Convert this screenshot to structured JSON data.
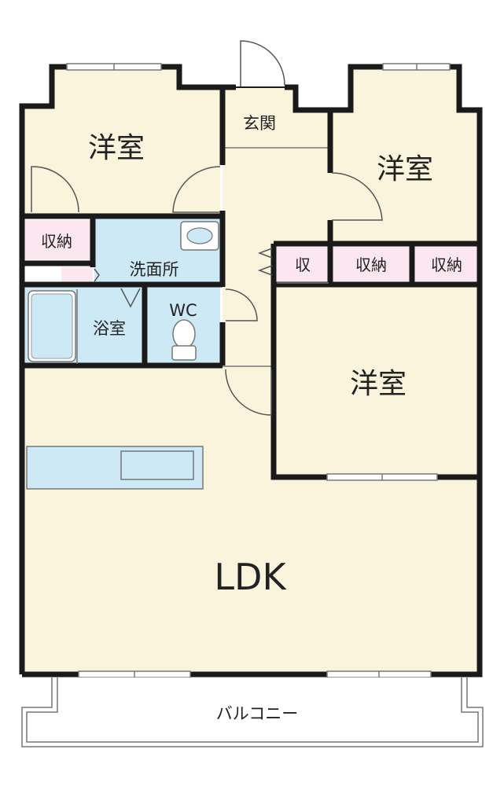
{
  "colors": {
    "floor": "#fbf4dc",
    "wet_area": "#cce9f5",
    "storage": "#fce6ef",
    "wall": "#1a1a1a",
    "thin_line": "#666666",
    "window": "#777777"
  },
  "rooms": {
    "western_room_top_left": "洋室",
    "western_room_top_right": "洋室",
    "western_room_middle": "洋室",
    "entrance": "玄関",
    "washroom": "洗面所",
    "bathroom": "浴室",
    "toilet": "WC",
    "ldk": "LDK",
    "balcony": "バルコニー"
  },
  "storage": {
    "left": "収納",
    "small": "収",
    "middle": "収納",
    "right": "収納"
  }
}
